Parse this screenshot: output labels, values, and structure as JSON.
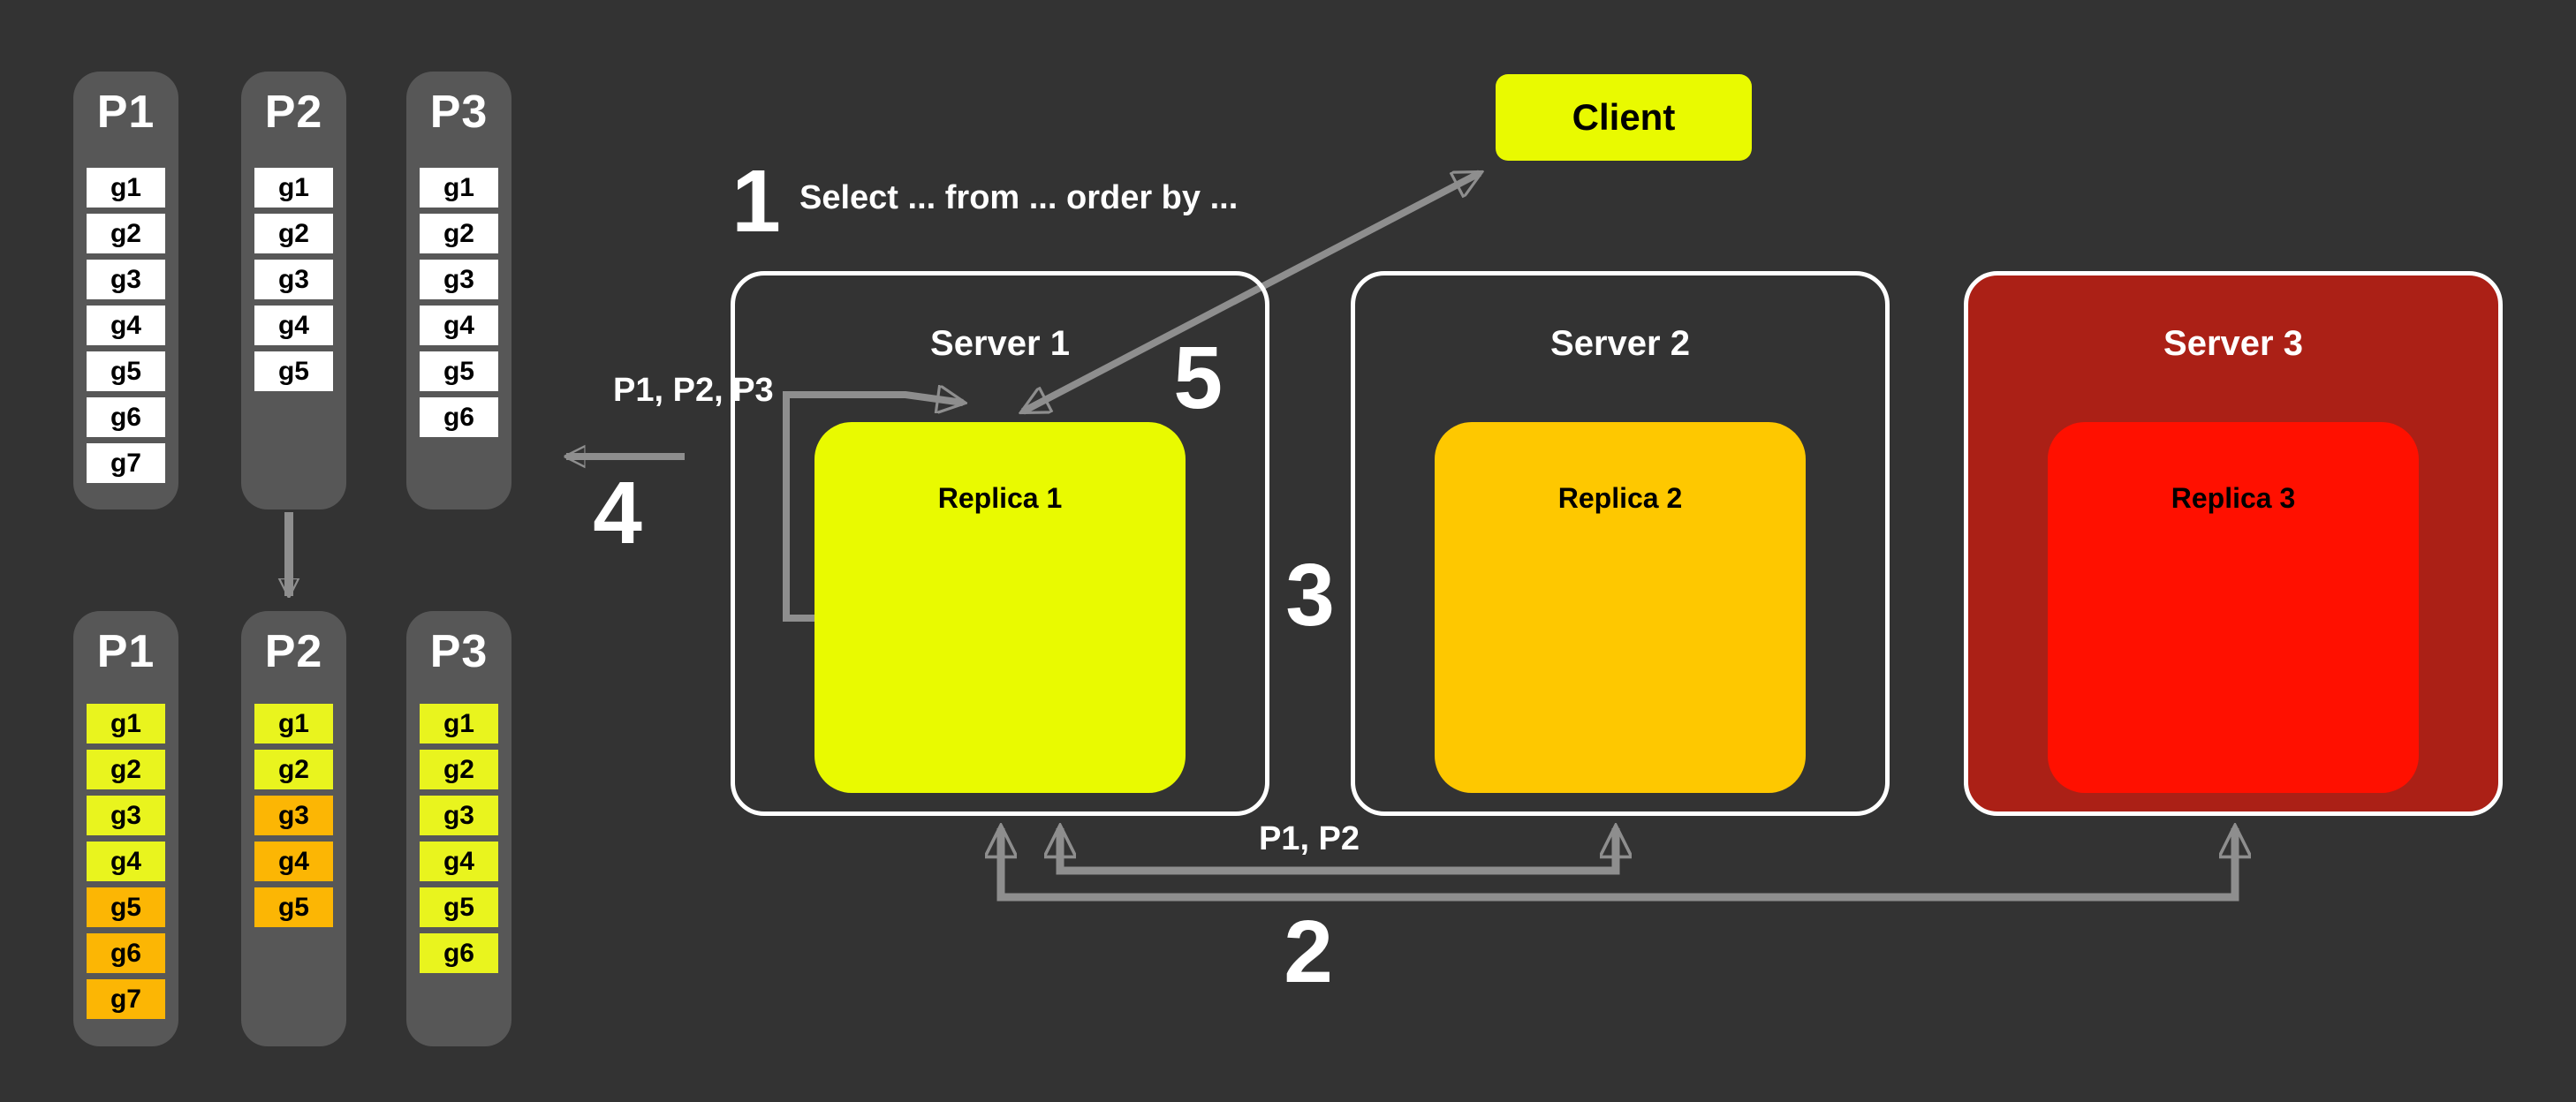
{
  "colors": {
    "bg": "#333333",
    "panel": "#575757",
    "arrow": "#8e8e8e",
    "white": "#ffffff",
    "replica-yellow": "#e9fa00",
    "cell-yellow": "#e9f41e",
    "amber": "#fec800",
    "cell-orange": "#fcb604",
    "red": "#ff1000",
    "dark-red": "#ab2016"
  },
  "partitions_before": {
    "columns": [
      {
        "label": "P1",
        "cells": [
          {
            "t": "g1",
            "c": "white"
          },
          {
            "t": "g2",
            "c": "white"
          },
          {
            "t": "g3",
            "c": "white"
          },
          {
            "t": "g4",
            "c": "white"
          },
          {
            "t": "g5",
            "c": "white"
          },
          {
            "t": "g6",
            "c": "white"
          },
          {
            "t": "g7",
            "c": "white"
          }
        ]
      },
      {
        "label": "P2",
        "cells": [
          {
            "t": "g1",
            "c": "white"
          },
          {
            "t": "g2",
            "c": "white"
          },
          {
            "t": "g3",
            "c": "white"
          },
          {
            "t": "g4",
            "c": "white"
          },
          {
            "t": "g5",
            "c": "white"
          }
        ]
      },
      {
        "label": "P3",
        "cells": [
          {
            "t": "g1",
            "c": "white"
          },
          {
            "t": "g2",
            "c": "white"
          },
          {
            "t": "g3",
            "c": "white"
          },
          {
            "t": "g4",
            "c": "white"
          },
          {
            "t": "g5",
            "c": "white"
          },
          {
            "t": "g6",
            "c": "white"
          }
        ]
      }
    ]
  },
  "partitions_after": {
    "columns": [
      {
        "label": "P1",
        "cells": [
          {
            "t": "g1",
            "c": "yellow"
          },
          {
            "t": "g2",
            "c": "yellow"
          },
          {
            "t": "g3",
            "c": "yellow"
          },
          {
            "t": "g4",
            "c": "yellow"
          },
          {
            "t": "g5",
            "c": "orange"
          },
          {
            "t": "g6",
            "c": "orange"
          },
          {
            "t": "g7",
            "c": "orange"
          }
        ]
      },
      {
        "label": "P2",
        "cells": [
          {
            "t": "g1",
            "c": "yellow"
          },
          {
            "t": "g2",
            "c": "yellow"
          },
          {
            "t": "g3",
            "c": "orange"
          },
          {
            "t": "g4",
            "c": "orange"
          },
          {
            "t": "g5",
            "c": "orange"
          }
        ]
      },
      {
        "label": "P3",
        "cells": [
          {
            "t": "g1",
            "c": "yellow"
          },
          {
            "t": "g2",
            "c": "yellow"
          },
          {
            "t": "g3",
            "c": "yellow"
          },
          {
            "t": "g4",
            "c": "yellow"
          },
          {
            "t": "g5",
            "c": "yellow"
          },
          {
            "t": "g6",
            "c": "yellow"
          }
        ]
      }
    ]
  },
  "client": {
    "label": "Client"
  },
  "servers": [
    {
      "label": "Server 1",
      "replica": "Replica 1"
    },
    {
      "label": "Server 2",
      "replica": "Replica 2"
    },
    {
      "label": "Server 3",
      "replica": "Replica 3"
    }
  ],
  "steps": {
    "one": {
      "number": "1",
      "text": "Select ... from ... order by ..."
    },
    "two": {
      "number": "2",
      "label": "P1, P2"
    },
    "three": {
      "number": "3"
    },
    "four": {
      "number": "4"
    },
    "five": {
      "number": "5"
    }
  },
  "annotations": {
    "partition_list": "P1, P2, P3"
  }
}
